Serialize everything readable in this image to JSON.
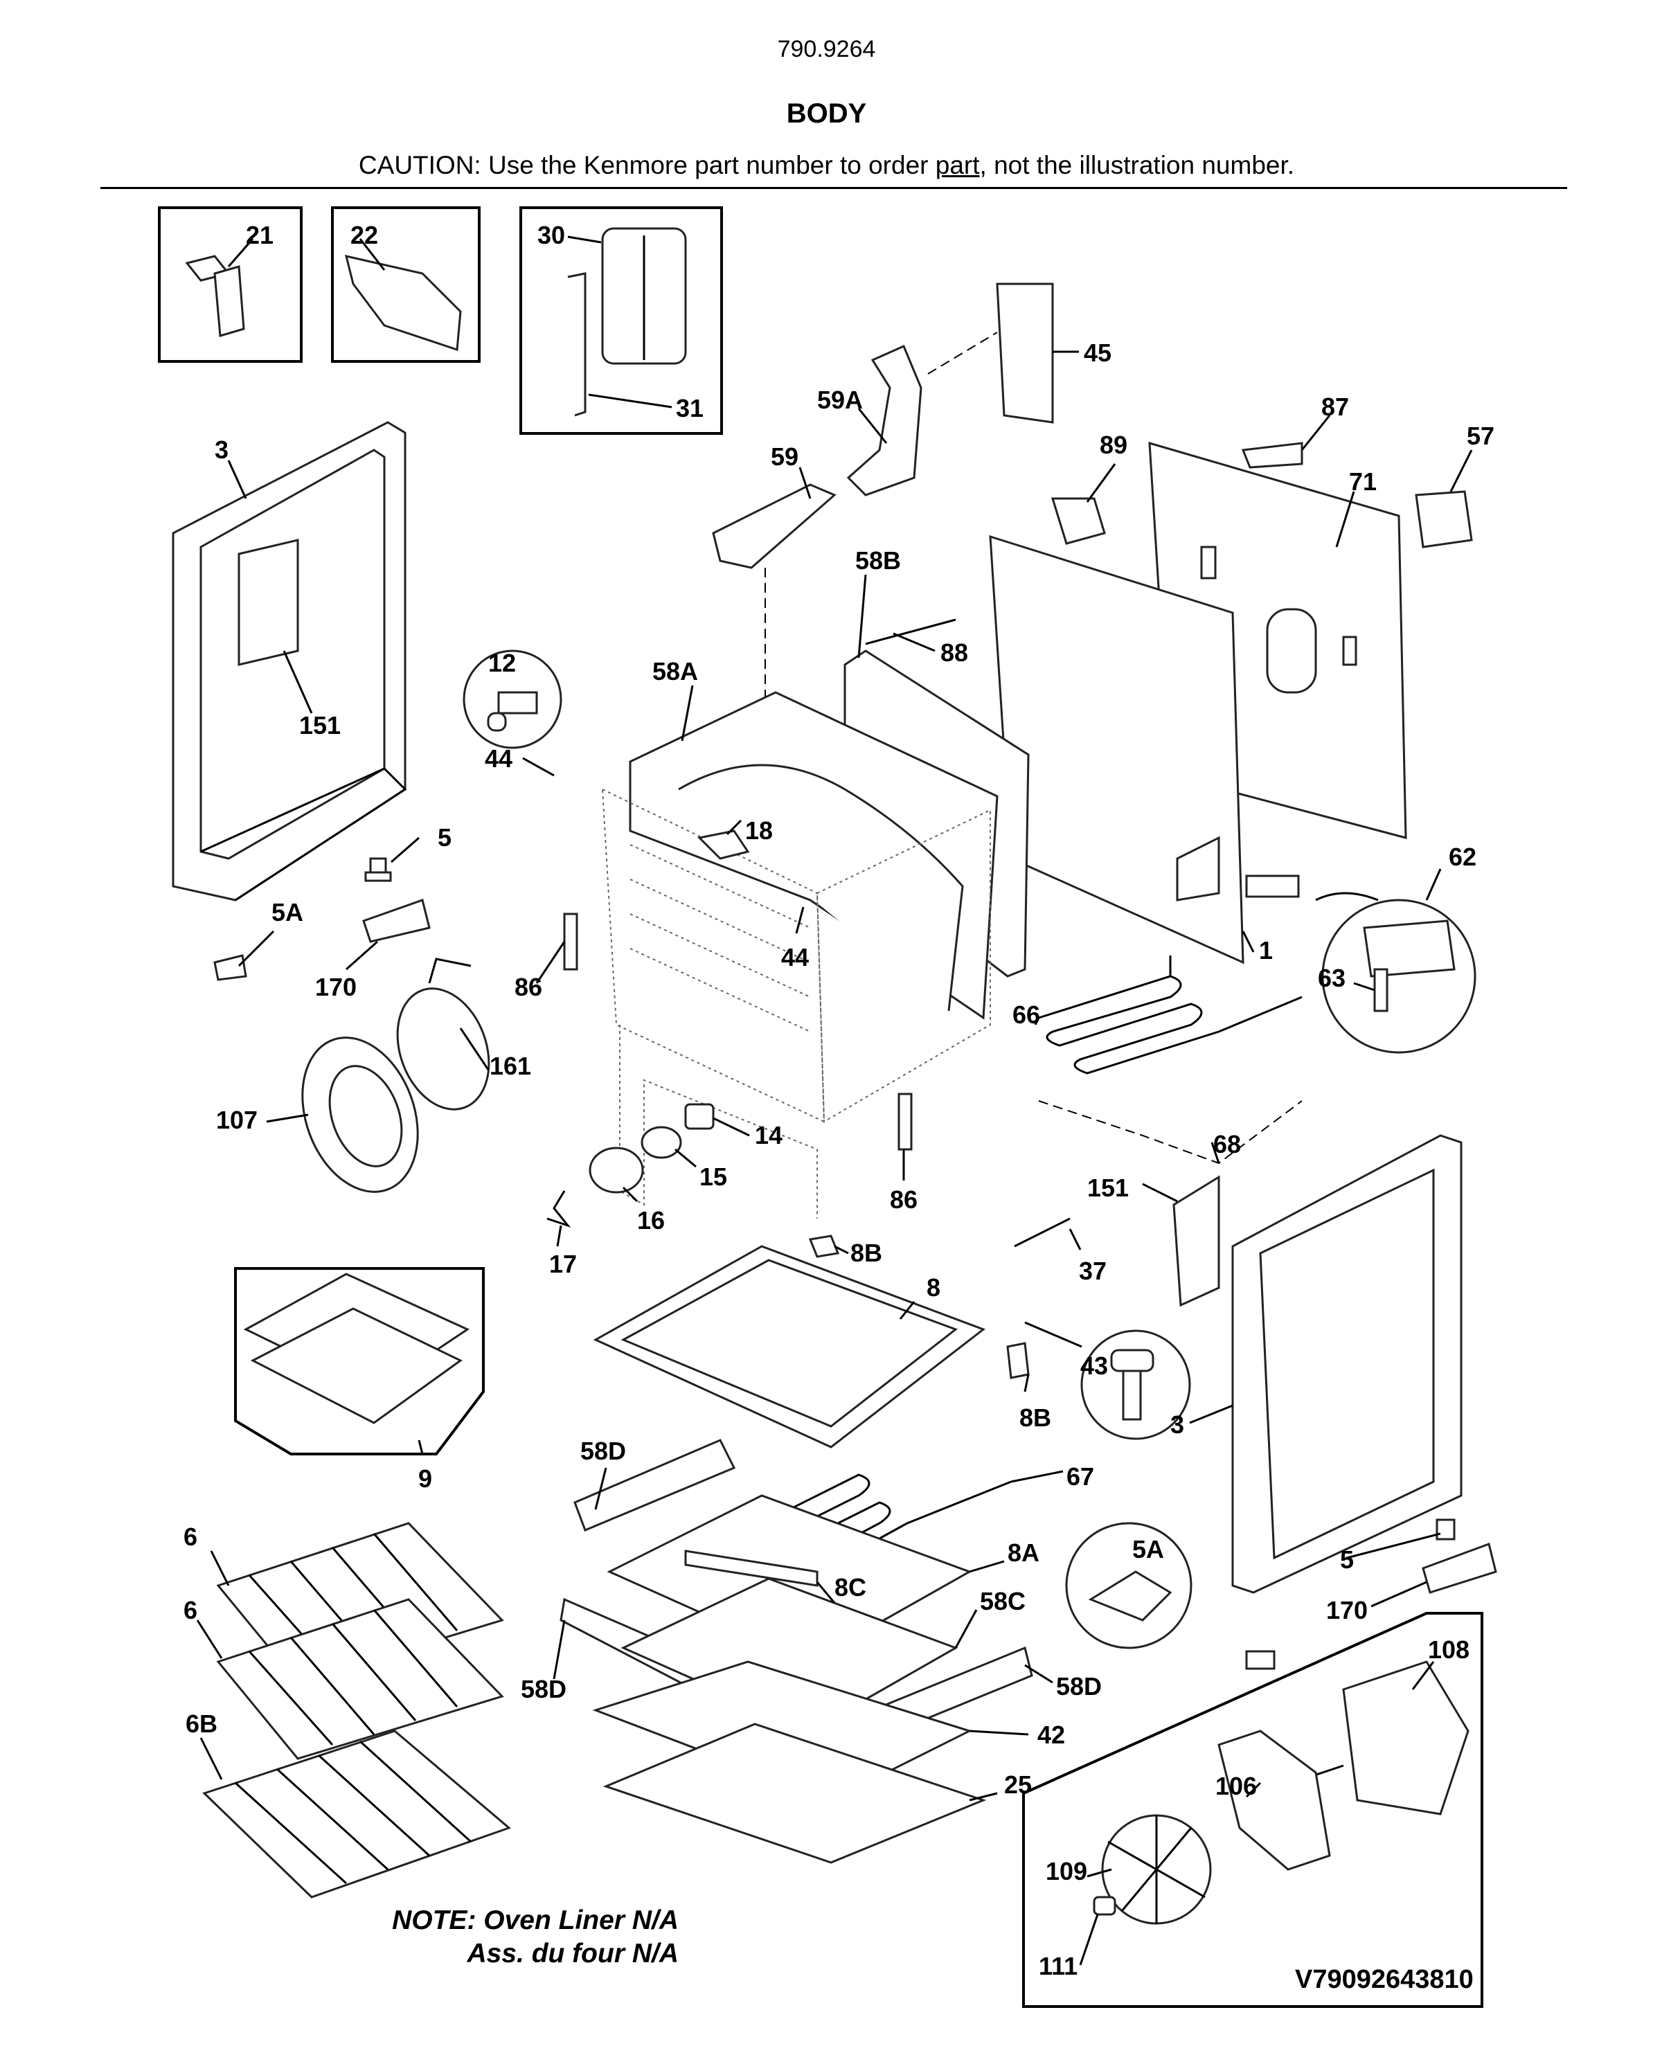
{
  "header": {
    "model_number": "790.9264",
    "section_title": "BODY",
    "caution_prefix": "CAUTION: Use the Kenmore part number to order ",
    "caution_link": "part",
    "caution_suffix": ", not the illustration number."
  },
  "callouts": {
    "c21": "21",
    "c22": "22",
    "c30": "30",
    "c31": "31",
    "c45": "45",
    "c59A": "59A",
    "c59": "59",
    "c87": "87",
    "c57": "57",
    "c89": "89",
    "c71": "71",
    "c3_left": "3",
    "c58B": "58B",
    "c88": "88",
    "c58A": "58A",
    "c12": "12",
    "c44_a": "44",
    "c18": "18",
    "c151_left": "151",
    "c5_left": "5",
    "c5A_left": "5A",
    "c170_left": "170",
    "c86_left": "86",
    "c44_b": "44",
    "c1": "1",
    "c62": "62",
    "c63": "63",
    "c66": "66",
    "c161": "161",
    "c107": "107",
    "c14": "14",
    "c15": "15",
    "c16": "16",
    "c17": "17",
    "c86_right": "86",
    "c68": "68",
    "c151_right": "151",
    "c8B_top": "8B",
    "c37": "37",
    "c8": "8",
    "c43": "43",
    "c8B_bottom": "8B",
    "c3_right": "3",
    "c9": "9",
    "c58D_top": "58D",
    "c67": "67",
    "c6_top": "6",
    "c5A_right": "5A",
    "c5_right": "5",
    "c8A": "8A",
    "c170_right": "170",
    "c6_mid": "6",
    "c8C": "8C",
    "c58C": "58C",
    "c108": "108",
    "c58D_left": "58D",
    "c58D_right": "58D",
    "c6B": "6B",
    "c42": "42",
    "c25": "25",
    "c106": "106",
    "c109": "109",
    "c111": "111"
  },
  "notes": {
    "line1": "NOTE: Oven Liner N/A",
    "line2": "Ass. du four N/A"
  },
  "drawing_code": "V79092643810"
}
